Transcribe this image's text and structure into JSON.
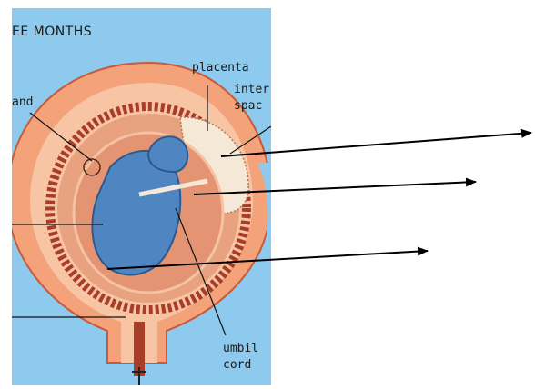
{
  "diagram": {
    "title": "EE MONTHS",
    "labels": {
      "placenta": "placenta",
      "intervillous_1": "inter",
      "intervillous_2": "spac",
      "gland": "and",
      "umbilical_1": "umbil",
      "umbilical_2": "cord"
    }
  },
  "colors": {
    "panel_bg": "#8ec9ee",
    "uterus_outer": "#f3a27a",
    "uterus_inner": "#f7c4a4",
    "decidua": "#a83e2a",
    "amniotic": "#e8a27f",
    "fetus": "#4f86c2",
    "placenta_villi": "#f6e8d6",
    "arrow": "#000000"
  }
}
